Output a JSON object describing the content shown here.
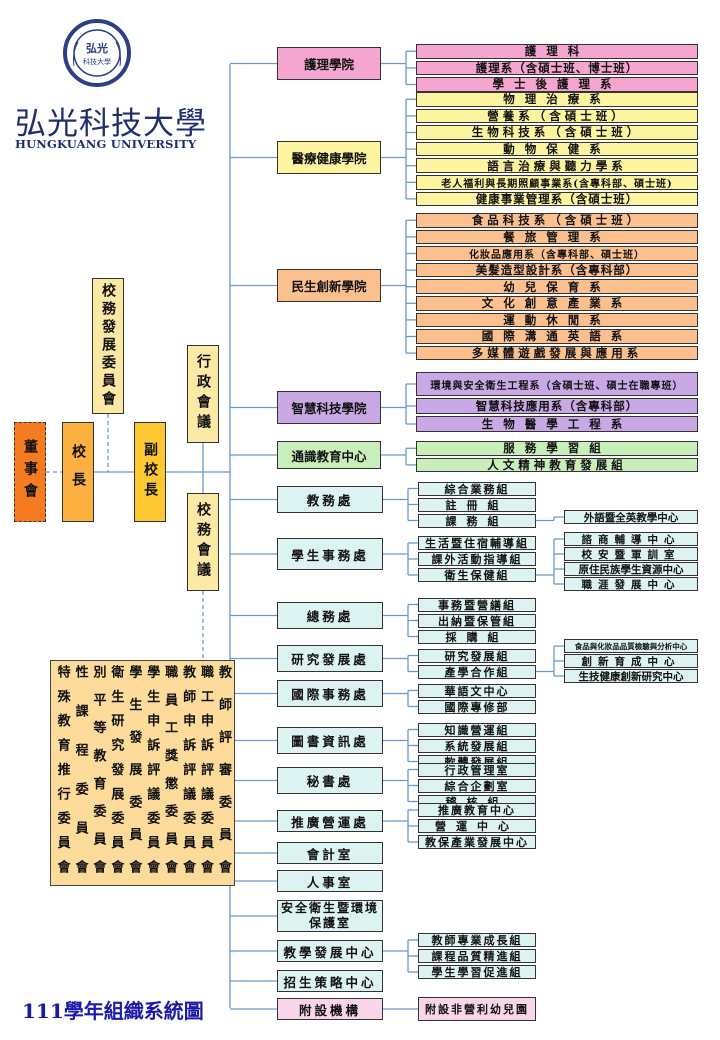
{
  "school": {
    "name_cn": "弘光科技大學",
    "name_en": "HUNGKUANG UNIVERSITY",
    "seal_text": "弘光 科技大學"
  },
  "title": "111學年組織系統圖",
  "top": {
    "board": "董事會",
    "president": "校長",
    "vice_president": "副校長",
    "dev_committee": "校務發展委員會",
    "admin_meeting": "行政會議",
    "affairs_meeting": "校務會議"
  },
  "committees": [
    "教師評審委員會",
    "職工申訴評議委員會",
    "教師申訴評議委員會",
    "職員工獎懲委員會",
    "學生申訴評議委員會",
    "學生發展委員會",
    "衛生研究發展委員會",
    "別平等教育委員會",
    "性課程委員會",
    "特殊教育推行委員會"
  ],
  "colleges": [
    {
      "name": "護理學院",
      "color": "#f4a6d0",
      "depts": [
        "護理科",
        "護理系（含碩士班、博士班）",
        "學士後護理系"
      ]
    },
    {
      "name": "醫療健康學院",
      "color": "#fdf4a0",
      "depts": [
        "物理治療系",
        "營養系（含碩士班）",
        "生物科技系（含碩士班）",
        "動物保健系",
        "語言治療與聽力學系",
        "老人福利與長期照顧事業系(含專科部、碩士班)",
        "健康事業管理系（含碩士班）"
      ]
    },
    {
      "name": "民生創新學院",
      "color": "#fcc08f",
      "depts": [
        "食品科技系（含碩士班）",
        "餐旅管理系",
        "化妝品應用系（含專科部、碩士班）",
        "美髮造型設計系（含專科部）",
        "幼兒保育系",
        "文化創意產業系",
        "運動休閒系",
        "國際溝通英語系",
        "多媒體遊戲發展與應用系"
      ]
    },
    {
      "name": "智慧科技學院",
      "color": "#c9a8e6",
      "depts": [
        "環境與安全衛生工程系（含碩士班、碩士在職專班）",
        "智慧科技應用系（含專科部）",
        "生物醫學工程系"
      ]
    },
    {
      "name": "通識教育中心",
      "color": "#c8eeb9",
      "depts": [
        "服務學習組",
        "人文精神教育發展組"
      ]
    }
  ],
  "offices": [
    {
      "name": "教務處",
      "units": [
        "綜合業務組",
        "註冊組",
        "課務組"
      ],
      "subs": [
        "外語暨全英教學中心"
      ]
    },
    {
      "name": "學生事務處",
      "units": [
        "生活暨住宿輔導組",
        "課外活動指導組",
        "衛生保健組"
      ],
      "subs": [
        "諮商輔導中心",
        "校安暨軍訓室",
        "原住民族學生資源中心",
        "職涯發展中心"
      ]
    },
    {
      "name": "總務處",
      "units": [
        "事務暨營繕組",
        "出納暨保管組",
        "採購組"
      ],
      "subs": []
    },
    {
      "name": "研究發展處",
      "units": [
        "研究發展組",
        "產學合作組"
      ],
      "subs": [
        "食品與化妝品品質檢驗與分析中心",
        "創新育成中心",
        "生技健康創新研究中心"
      ]
    },
    {
      "name": "國際事務處",
      "units": [
        "華語文中心",
        "國際專修部"
      ],
      "subs": []
    },
    {
      "name": "圖書資訊處",
      "units": [
        "知識營運組",
        "系統發展組",
        "軟體發展組"
      ],
      "subs": []
    },
    {
      "name": "秘書處",
      "units": [
        "行政管理室",
        "綜合企劃室",
        "稽核組"
      ],
      "subs": []
    },
    {
      "name": "推廣營運處",
      "units": [
        "推廣教育中心",
        "營運中心",
        "教保產業發展中心"
      ],
      "subs": []
    },
    {
      "name": "會計室",
      "units": [],
      "subs": []
    },
    {
      "name": "人事室",
      "units": [],
      "subs": []
    },
    {
      "name": "安全衛生暨環境保護室",
      "units": [],
      "subs": []
    },
    {
      "name": "教學發展中心",
      "units": [
        "教師專業成長組",
        "課程品質精進組",
        "學生學習促進組"
      ],
      "subs": []
    },
    {
      "name": "招生策略中心",
      "units": [],
      "subs": []
    },
    {
      "name": "附設機構",
      "units": [
        "附設非營利幼兒園"
      ],
      "subs": []
    }
  ],
  "colors": {
    "board": "#f47b20",
    "president": "#fbb040",
    "vice": "#fdc830",
    "meeting": "#fde9a6",
    "committee": "#fddb9b",
    "office": "#dcf3f2",
    "office_pink": "#f9d5e9",
    "line": "#6a9acb",
    "title": "#1a1aa8",
    "logo": "#1f2f6e"
  }
}
